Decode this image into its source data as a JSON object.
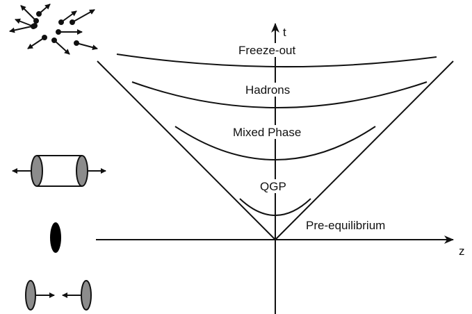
{
  "axes": {
    "t_label": "t",
    "z_label": "z"
  },
  "regions": {
    "freeze_out": "Freeze-out",
    "hadrons": "Hadrons",
    "mixed_phase": "Mixed Phase",
    "qgp": "QGP",
    "pre_equilibrium": "Pre-equilibrium"
  },
  "colors": {
    "line": "#111111",
    "nucleus_fill": "#8c8c8c",
    "collision_fill": "#000000"
  },
  "icons": [
    "particle-spray-icon",
    "cylinder-fireball-icon",
    "collision-disk-icon",
    "approaching-nuclei-icon"
  ]
}
